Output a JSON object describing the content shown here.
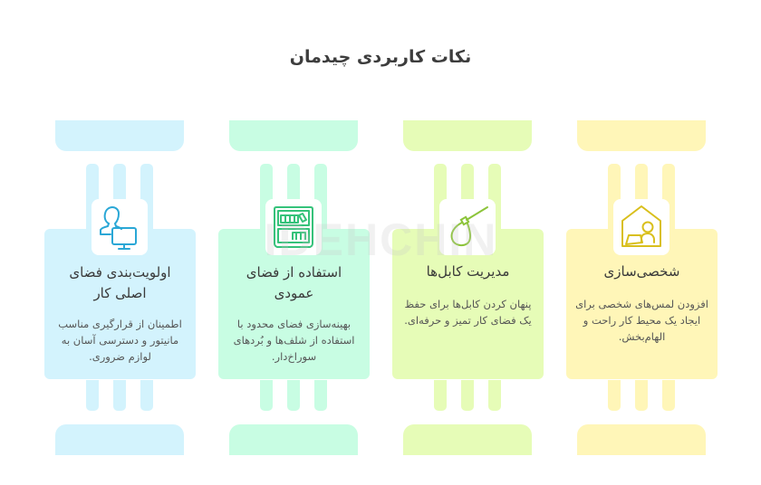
{
  "title": "نکات کاربردی چیدمان",
  "watermark": "IDEHCHIN",
  "columns": [
    {
      "id": "priority",
      "color_bg": "#d3f3fd",
      "color_icon": "#2aa7d6",
      "icon": "user-computer-icon",
      "title": "اولویت‌بندی فضای اصلی کار",
      "text": "اطمینان از قرارگیری مناسب مانیتور و دسترسی آسان به لوازم ضروری."
    },
    {
      "id": "vertical",
      "color_bg": "#c8fde3",
      "color_icon": "#35c27a",
      "icon": "bookshelf-icon",
      "title": "استفاده از فضای عمودی",
      "text": "بهینه‌سازی فضای محدود با استفاده از شلف‌ها و بُردهای سوراخ‌دار."
    },
    {
      "id": "cables",
      "color_bg": "#e6fcb7",
      "color_icon": "#8cc43a",
      "icon": "cable-tie-icon",
      "title": "مدیریت کابل‌ها",
      "text": "پنهان کردن کابل‌ها برای حفظ یک فضای کار تمیز و حرفه‌ای."
    },
    {
      "id": "personalize",
      "color_bg": "#fff6b8",
      "color_icon": "#d9bf1c",
      "icon": "home-office-icon",
      "title": "شخصی‌سازی",
      "text": "افزودن لمس‌های شخصی برای ایجاد یک محیط کار راحت و الهام‌بخش."
    }
  ]
}
